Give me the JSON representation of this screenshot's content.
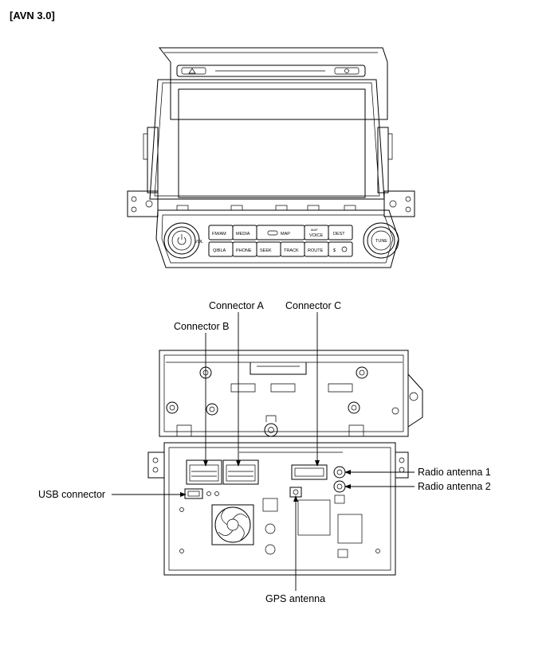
{
  "title": "[AVN 3.0]",
  "front_buttons": {
    "fm_am": "FM/AM",
    "media": "MEDIA",
    "map": "MAP",
    "voice": "VOICE",
    "voice_small": "MAP",
    "dest": "DEST",
    "qibla": "QIBLA",
    "phone": "PHONE",
    "seek": "SEEK",
    "track": "TRACK",
    "route": "ROUTE",
    "vol": "VOL",
    "tune": "TUNE"
  },
  "callouts": {
    "connector_a": "Connector A",
    "connector_b": "Connector B",
    "connector_c": "Connector C",
    "usb_connector": "USB connector",
    "radio_antenna_1": "Radio antenna 1",
    "radio_antenna_2": "Radio antenna 2",
    "gps_antenna": "GPS antenna"
  }
}
